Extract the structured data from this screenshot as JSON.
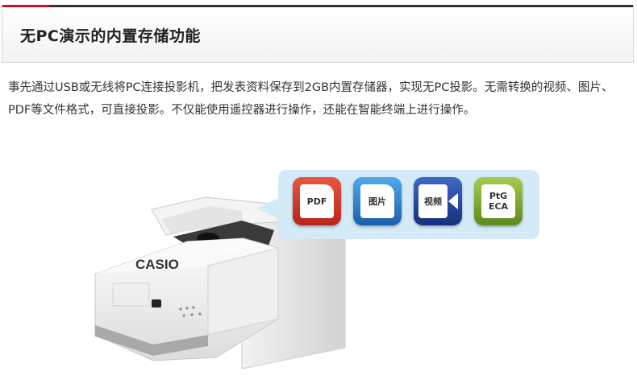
{
  "header": {
    "title": "无PC演示的内置存储功能",
    "accent_color": "#c8102e"
  },
  "description": "事先通过USB或无线将PC连接投影机，把发表资料保存到2GB内置存储器，实现无PC投影。无需转换的视频、图片、PDF等文件格式，可直接投影。不仅能使用遥控器进行操作，还能在智能终端上进行操作。",
  "illustration": {
    "brand": "CASIO",
    "icons": [
      {
        "name": "pdf-icon",
        "label": "PDF"
      },
      {
        "name": "image-icon",
        "label": "图片"
      },
      {
        "name": "video-icon",
        "label": "视频"
      },
      {
        "name": "ptg-ecaicon",
        "label": "PtG\nECA"
      }
    ]
  }
}
